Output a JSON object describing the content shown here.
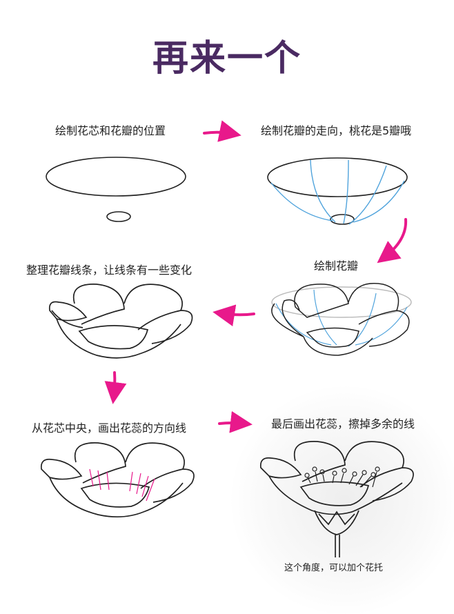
{
  "title": "再来一个",
  "steps": {
    "s1": "绘制花芯和花瓣的位置",
    "s2": "绘制花瓣的走向，桃花是5瓣哦",
    "s3": "绘制花瓣",
    "s4": "整理花瓣线条，让线条有一些变化",
    "s5": "从花芯中央，画出花蕊的方向线",
    "s6": "最后画出花蕊，擦掉多余的线"
  },
  "note": "这个角度，可以加个花托",
  "colors": {
    "title": "#4a2a62",
    "arrow": "#e8198b",
    "guide": "#4fa3dc",
    "stamen_guide": "#e8198b"
  }
}
